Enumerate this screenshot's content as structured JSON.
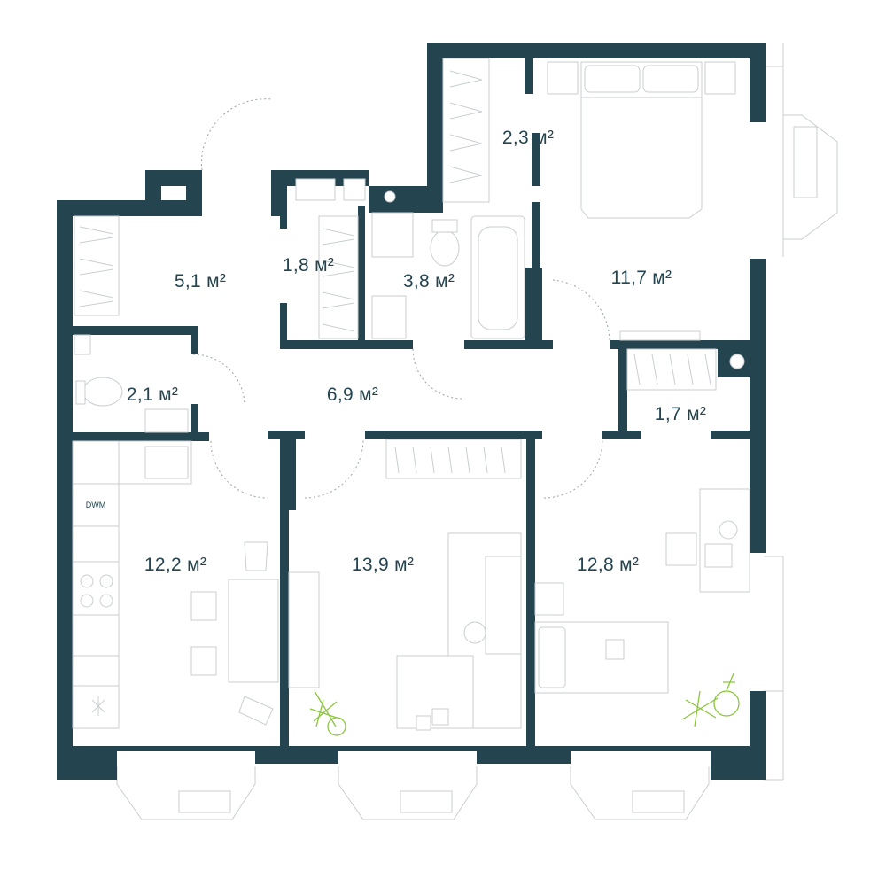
{
  "rooms": [
    {
      "id": "wardrobe_top",
      "area": "2,3 м²"
    },
    {
      "id": "hall_storage",
      "area": "5,1 м²"
    },
    {
      "id": "closet_small",
      "area": "1,8 м²"
    },
    {
      "id": "bathroom",
      "area": "3,8 м²"
    },
    {
      "id": "bedroom_master",
      "area": "11,7 м²"
    },
    {
      "id": "wc",
      "area": "2,1 м²"
    },
    {
      "id": "hallway",
      "area": "6,9 м²"
    },
    {
      "id": "closet_right",
      "area": "1,7 м²"
    },
    {
      "id": "kitchen",
      "area": "12,2 м²"
    },
    {
      "id": "living_room",
      "area": "13,9 м²"
    },
    {
      "id": "bedroom_second",
      "area": "12,8 м²"
    }
  ],
  "appliances": {
    "dishwasher": "DWM"
  },
  "colors": {
    "wall": "#244550",
    "furniture": "#c9ced1",
    "plant": "#8cc63f"
  }
}
